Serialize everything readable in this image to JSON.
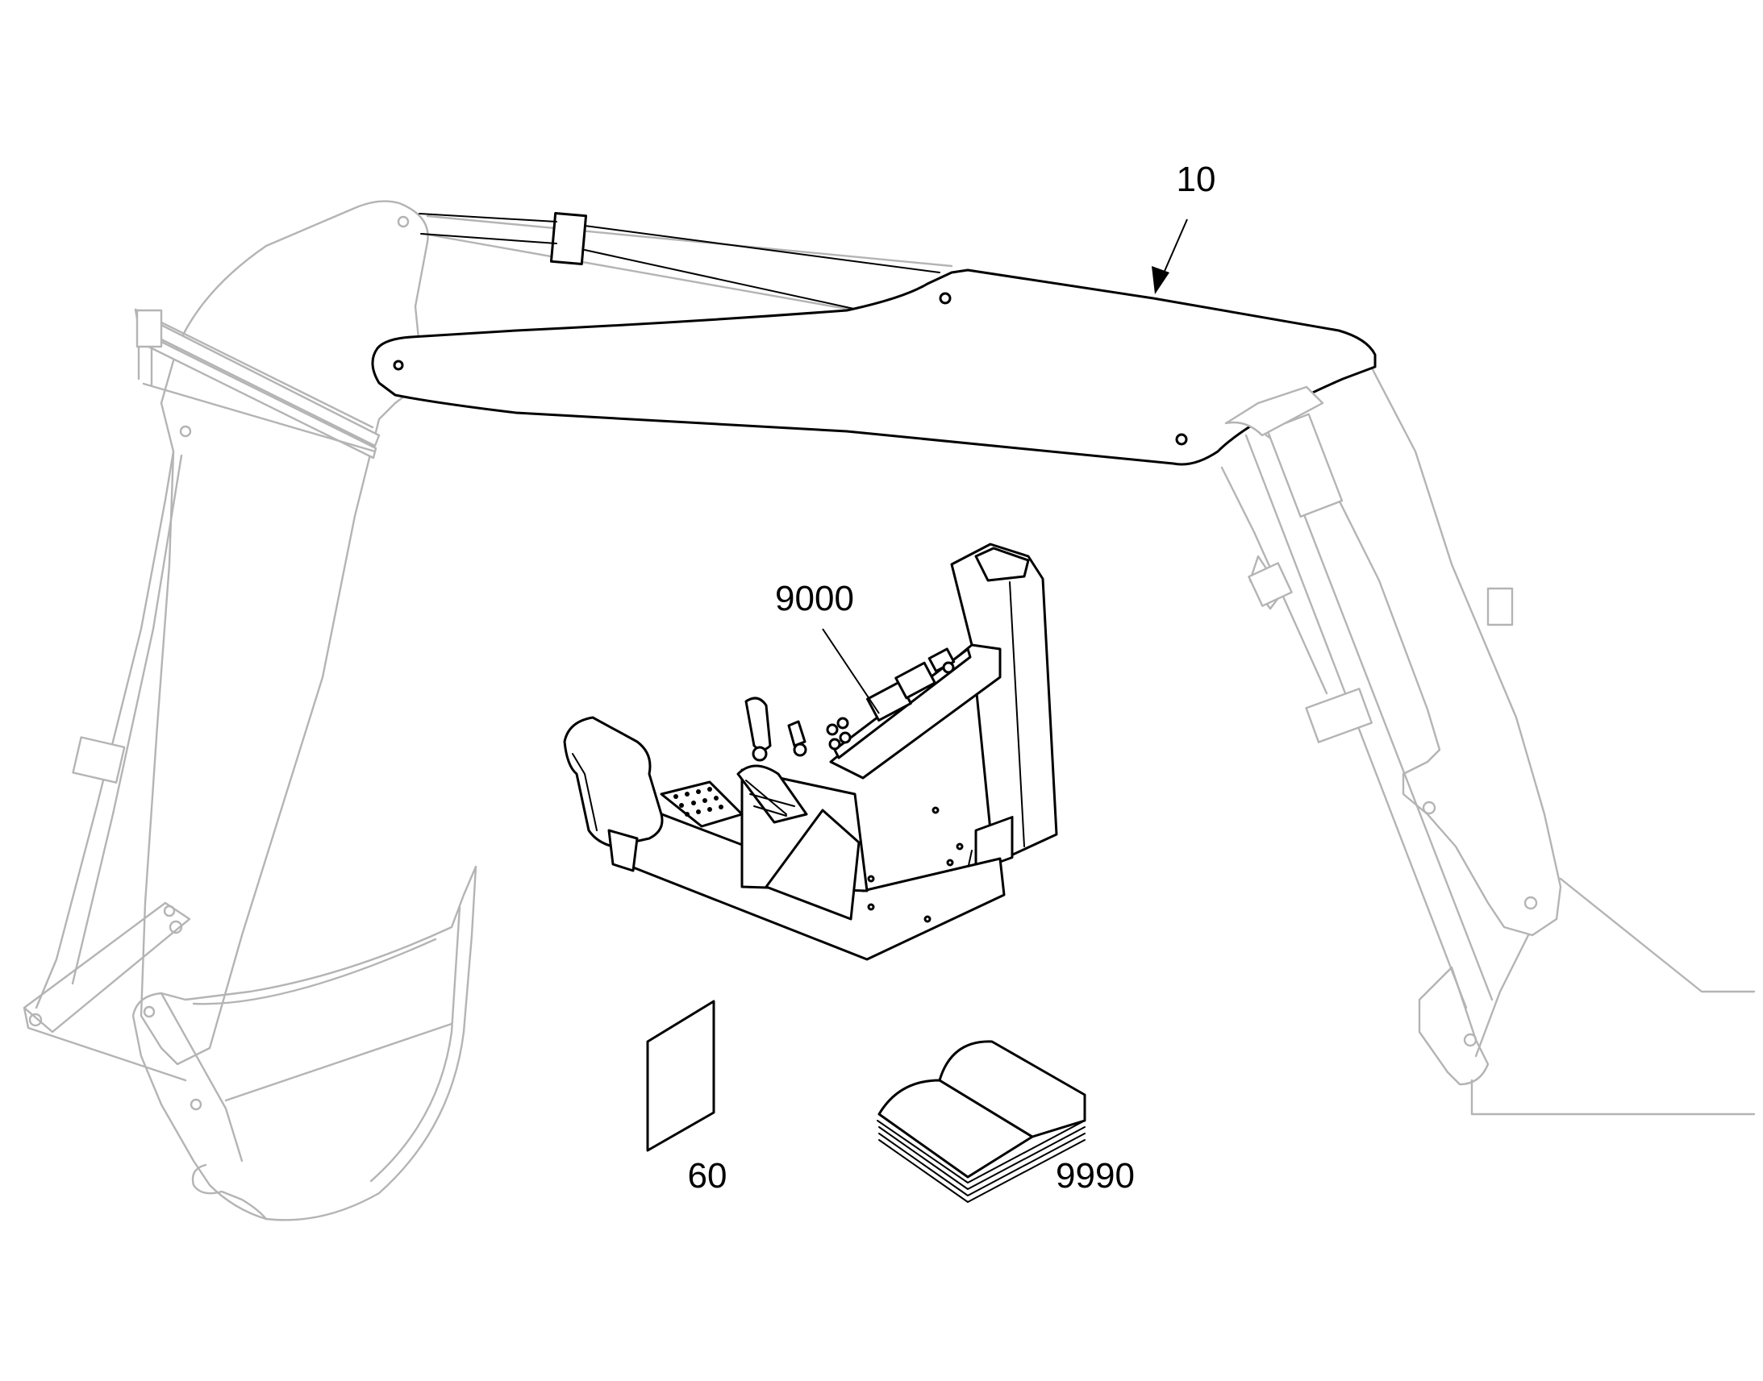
{
  "diagram": {
    "callouts": [
      {
        "id": "boom",
        "label": "10"
      },
      {
        "id": "console",
        "label": "9000"
      },
      {
        "id": "decal",
        "label": "60"
      },
      {
        "id": "manual",
        "label": "9990"
      }
    ],
    "colors": {
      "highlight_ink": "#000000",
      "context_ink": "#b4b4b4",
      "background": "#ffffff"
    }
  }
}
